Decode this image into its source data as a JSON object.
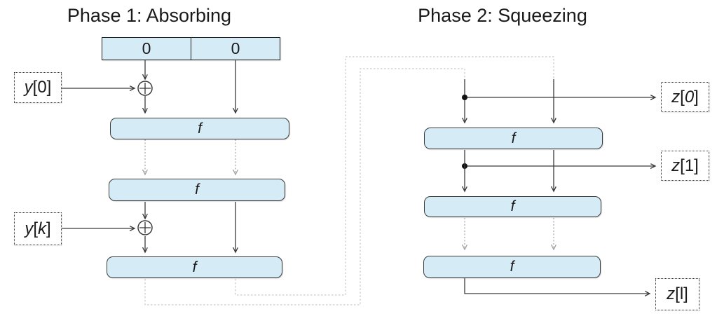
{
  "diagram": {
    "phase1": {
      "title": "Phase 1: Absorbing"
    },
    "phase2": {
      "title": "Phase 2: Squeezing"
    },
    "state_register": {
      "cells": [
        "0",
        "0"
      ]
    },
    "function_label": "f",
    "io_labels": {
      "y0": {
        "p0": "y",
        "p1": "[0]"
      },
      "yk": {
        "p0": "y",
        "p1": "[",
        "p2": "k",
        "p3": "]"
      },
      "z0": {
        "p0": "z",
        "p1": "[",
        "p2": "0",
        "p3": "]"
      },
      "z1": {
        "p0": "z",
        "p1": "[1]"
      },
      "zl": {
        "p0": "z",
        "p1": "[l]"
      }
    },
    "colors": {
      "box_fill": "#d5ecf7",
      "box_stroke": "#3b3b3b",
      "arrow": "#3a3a3a",
      "dashed_arrow": "#a3a3a3",
      "loop_line": "#c9c9c9"
    }
  }
}
